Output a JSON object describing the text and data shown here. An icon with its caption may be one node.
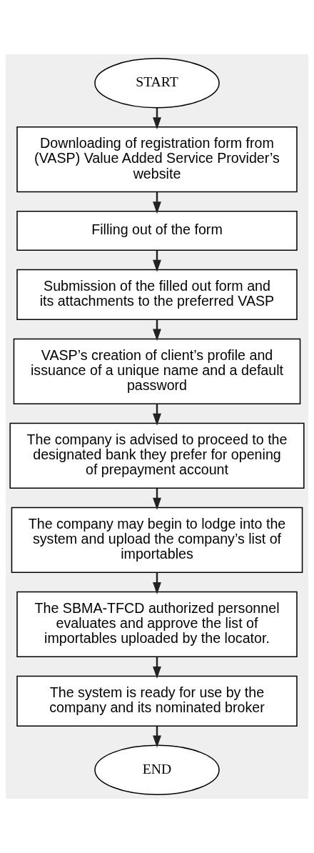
{
  "diagram": {
    "nodes": [
      {
        "text": [
          "START"
        ]
      },
      {
        "text": [
          "Downloading of registration form from (VASP) Value Added Service Provider’s website"
        ]
      },
      {
        "text": [
          "Filling out of the form"
        ]
      },
      {
        "text": [
          "Submission of the filled out form and its attachments to the preferred VASP"
        ]
      },
      {
        "text": [
          "VASP’s creation of client’s profile and issuance of a unique name and a default password"
        ]
      },
      {
        "text": [
          "The company is advised to proceed to the designated bank they prefer for opening of prepayment account"
        ]
      },
      {
        "text": [
          "The company may begin to lodge into the system and upload the company’s list of importables"
        ]
      },
      {
        "text": [
          "The SBMA-TFCD authorized personnel evaluates and approve the list of importables uploaded by the locator."
        ]
      },
      {
        "text": [
          "The system is ready for use by the company and its nominated broker"
        ]
      },
      {
        "text": [
          "END"
        ]
      }
    ],
    "edges": [
      {
        "from": 0,
        "to": 1,
        "arrow": "to"
      },
      {
        "from": 1,
        "to": 2,
        "arrow": "to"
      },
      {
        "from": 2,
        "to": 3,
        "arrow": "to"
      },
      {
        "from": 3,
        "to": 4,
        "arrow": "to"
      },
      {
        "from": 4,
        "to": 5,
        "arrow": "to"
      },
      {
        "from": 5,
        "to": 6,
        "arrow": "to"
      },
      {
        "from": 6,
        "to": 7,
        "arrow": "to"
      },
      {
        "from": 7,
        "to": 8,
        "arrow": "to"
      },
      {
        "from": 8,
        "to": 9,
        "arrow": "to"
      }
    ]
  }
}
